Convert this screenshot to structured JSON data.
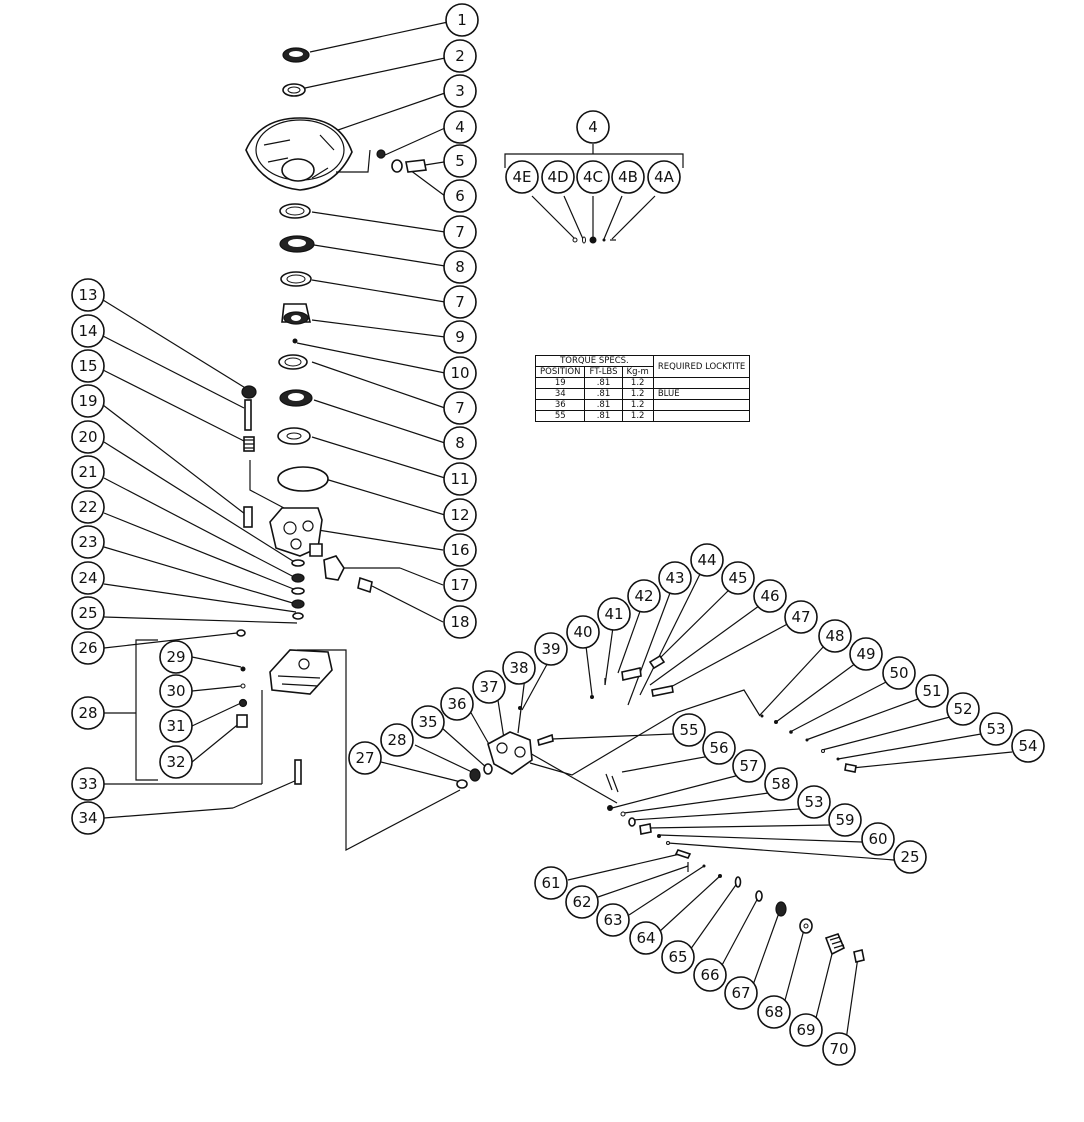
{
  "callouts": [
    {
      "id": "c1",
      "label": "1"
    },
    {
      "id": "c2",
      "label": "2"
    },
    {
      "id": "c3",
      "label": "3"
    },
    {
      "id": "c4",
      "label": "4"
    },
    {
      "id": "c5",
      "label": "5"
    },
    {
      "id": "c6",
      "label": "6"
    },
    {
      "id": "c7a",
      "label": "7"
    },
    {
      "id": "c8a",
      "label": "8"
    },
    {
      "id": "c7b",
      "label": "7"
    },
    {
      "id": "c9",
      "label": "9"
    },
    {
      "id": "c10",
      "label": "10"
    },
    {
      "id": "c7c",
      "label": "7"
    },
    {
      "id": "c8b",
      "label": "8"
    },
    {
      "id": "c11",
      "label": "11"
    },
    {
      "id": "c12",
      "label": "12"
    },
    {
      "id": "c16",
      "label": "16"
    },
    {
      "id": "c17",
      "label": "17"
    },
    {
      "id": "c18",
      "label": "18"
    },
    {
      "id": "c13",
      "label": "13"
    },
    {
      "id": "c14",
      "label": "14"
    },
    {
      "id": "c15",
      "label": "15"
    },
    {
      "id": "c19",
      "label": "19"
    },
    {
      "id": "c20",
      "label": "20"
    },
    {
      "id": "c21",
      "label": "21"
    },
    {
      "id": "c22",
      "label": "22"
    },
    {
      "id": "c23",
      "label": "23"
    },
    {
      "id": "c24",
      "label": "24"
    },
    {
      "id": "c25a",
      "label": "25"
    },
    {
      "id": "c26",
      "label": "26"
    },
    {
      "id": "c28a",
      "label": "28"
    },
    {
      "id": "c29",
      "label": "29"
    },
    {
      "id": "c30",
      "label": "30"
    },
    {
      "id": "c31",
      "label": "31"
    },
    {
      "id": "c32",
      "label": "32"
    },
    {
      "id": "c33",
      "label": "33"
    },
    {
      "id": "c34",
      "label": "34"
    },
    {
      "id": "c4top",
      "label": "4"
    },
    {
      "id": "c4E",
      "label": "4E"
    },
    {
      "id": "c4D",
      "label": "4D"
    },
    {
      "id": "c4C",
      "label": "4C"
    },
    {
      "id": "c4B",
      "label": "4B"
    },
    {
      "id": "c4A",
      "label": "4A"
    },
    {
      "id": "c27",
      "label": "27"
    },
    {
      "id": "c28b",
      "label": "28"
    },
    {
      "id": "c35",
      "label": "35"
    },
    {
      "id": "c36",
      "label": "36"
    },
    {
      "id": "c37",
      "label": "37"
    },
    {
      "id": "c38",
      "label": "38"
    },
    {
      "id": "c39",
      "label": "39"
    },
    {
      "id": "c40",
      "label": "40"
    },
    {
      "id": "c41",
      "label": "41"
    },
    {
      "id": "c42",
      "label": "42"
    },
    {
      "id": "c43",
      "label": "43"
    },
    {
      "id": "c44",
      "label": "44"
    },
    {
      "id": "c45",
      "label": "45"
    },
    {
      "id": "c46",
      "label": "46"
    },
    {
      "id": "c47",
      "label": "47"
    },
    {
      "id": "c48",
      "label": "48"
    },
    {
      "id": "c49",
      "label": "49"
    },
    {
      "id": "c50",
      "label": "50"
    },
    {
      "id": "c51",
      "label": "51"
    },
    {
      "id": "c52",
      "label": "52"
    },
    {
      "id": "c53a",
      "label": "53"
    },
    {
      "id": "c54",
      "label": "54"
    },
    {
      "id": "c55",
      "label": "55"
    },
    {
      "id": "c56",
      "label": "56"
    },
    {
      "id": "c57",
      "label": "57"
    },
    {
      "id": "c58",
      "label": "58"
    },
    {
      "id": "c53b",
      "label": "53"
    },
    {
      "id": "c59",
      "label": "59"
    },
    {
      "id": "c60",
      "label": "60"
    },
    {
      "id": "c25b",
      "label": "25"
    },
    {
      "id": "c61",
      "label": "61"
    },
    {
      "id": "c62",
      "label": "62"
    },
    {
      "id": "c63",
      "label": "63"
    },
    {
      "id": "c64",
      "label": "64"
    },
    {
      "id": "c65",
      "label": "65"
    },
    {
      "id": "c66",
      "label": "66"
    },
    {
      "id": "c67",
      "label": "67"
    },
    {
      "id": "c68",
      "label": "68"
    },
    {
      "id": "c69",
      "label": "69"
    },
    {
      "id": "c70",
      "label": "70"
    }
  ],
  "torque_table": {
    "title": "TORQUE SPECS.",
    "headers": [
      "POSITION",
      "FT-LBS",
      "Kg-m",
      "REQUIRED LOCKTITE"
    ],
    "rows": [
      [
        "19",
        ".81",
        "1.2",
        ""
      ],
      [
        "34",
        ".81",
        "1.2",
        "BLUE"
      ],
      [
        "36",
        ".81",
        "1.2",
        ""
      ],
      [
        "55",
        ".81",
        "1.2",
        ""
      ]
    ]
  }
}
